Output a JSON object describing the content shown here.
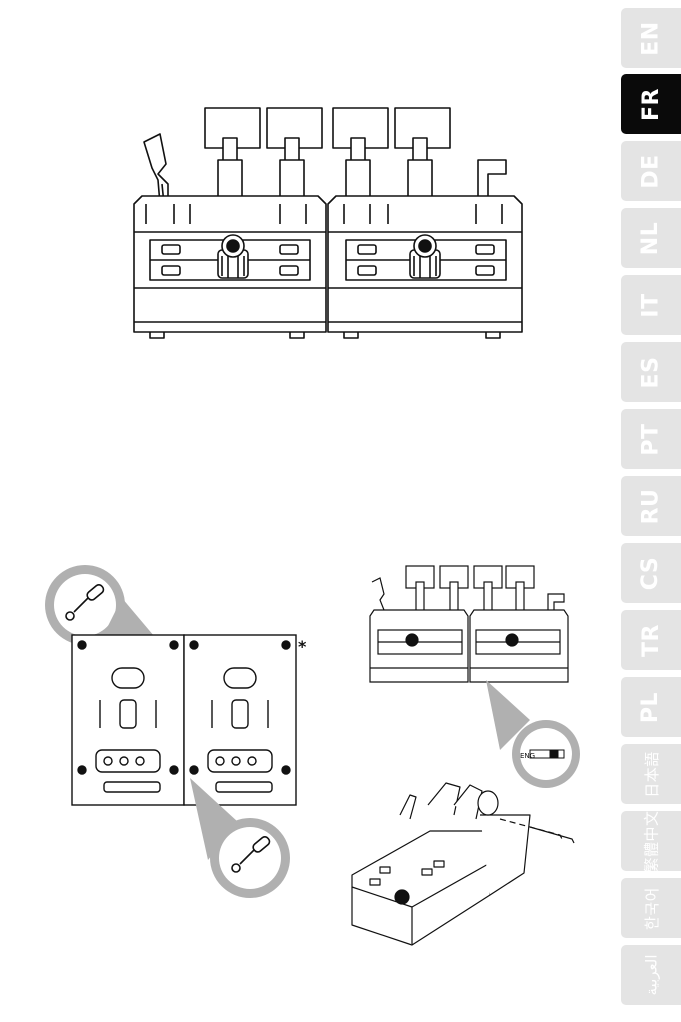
{
  "language_tabs": [
    {
      "code": "EN",
      "active": false
    },
    {
      "code": "FR",
      "active": true
    },
    {
      "code": "DE",
      "active": false
    },
    {
      "code": "NL",
      "active": false
    },
    {
      "code": "IT",
      "active": false
    },
    {
      "code": "ES",
      "active": false
    },
    {
      "code": "PT",
      "active": false
    },
    {
      "code": "RU",
      "active": false
    },
    {
      "code": "CS",
      "active": false
    },
    {
      "code": "TR",
      "active": false
    },
    {
      "code": "PL",
      "active": false
    },
    {
      "code": "日本語",
      "active": false
    },
    {
      "code": "繁體中文",
      "active": false
    },
    {
      "code": "한국어",
      "active": false
    },
    {
      "code": "العربية",
      "active": false
    }
  ],
  "figures": {
    "baseplate_note_mark": "*",
    "switch_label": "ENG"
  },
  "colors": {
    "tab_inactive": "#e4e4e4",
    "tab_active": "#0a0a0a",
    "callout_fill": "#b0b0b0",
    "line": "#111111"
  }
}
